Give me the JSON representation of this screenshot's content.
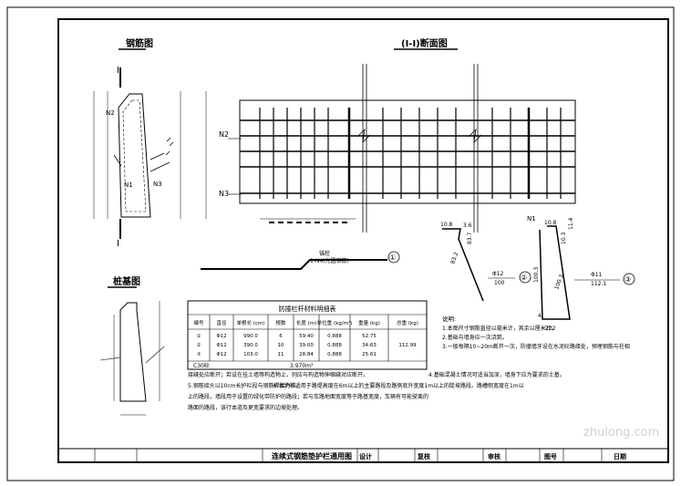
{
  "views": {
    "elevation_title": "钢筋图",
    "section_title": "(I-I)断面图",
    "base_title": "桩基图",
    "section_mark_top": "I",
    "section_mark_bottom": "I",
    "label_n2": "N2",
    "label_n1": "N1",
    "label_n3": "N3",
    "anchor_note": "1-N4(光圆钢筋)",
    "anchor_note_top": "锚栓",
    "callout_1": "①",
    "callout_2": "②",
    "callout_3": "③"
  },
  "bar_shapes": {
    "left": {
      "dim_a": "10.8",
      "dim_b": "3.6",
      "dim_c": "83.7",
      "dim_d": "83.2",
      "bottom_val": "100",
      "label": "Φ12",
      "callout": "②"
    },
    "right": {
      "dim_a": "10.8",
      "dim_b": "11.4",
      "dim_c": "10.3",
      "dim_d": "100.3",
      "dim_e": "100.3",
      "bottom_val": "112.1",
      "dim_f": "222",
      "label": "Φ11",
      "callout": "③",
      "small": "4"
    }
  },
  "table": {
    "title": "防撞栏杆材料明细表",
    "headers": [
      "编号",
      "直径",
      "单根长 (cm)",
      "根数",
      "长度 (m)",
      "单位重 (kg/m³)",
      "重量 (kg)",
      "总重 (kg)"
    ],
    "rows": [
      [
        "①",
        "Φ12",
        "990.0",
        "6",
        "59.40",
        "0.888",
        "52.75",
        ""
      ],
      [
        "②",
        "Φ12",
        "390.0",
        "10",
        "39.00",
        "0.888",
        "34.63",
        "112.99"
      ],
      [
        "③",
        "Φ12",
        "103.0",
        "11",
        "28.84",
        "0.888",
        "25.61",
        ""
      ]
    ],
    "footer_left": "C30砼",
    "footer_right": "3.970m³"
  },
  "notes": {
    "heading": "说明:",
    "items": [
      "1.本图尺寸钢筋直径以毫米计，其余以厘米计。",
      "2.基础与墙身应一次浇筑。",
      "3.一般每隔10~20m断开一次，防撞墙牙设在水泥砼路缘处，预埋钢筋与柱相",
      "接缝处应断开；若设在挂土墙等构造物上，则应与构造物伸缩缝对应断开。",
      "4.基础混凝土情况可适当加深，墙身下应为要求的土基。",
      "5.钢筋接头以10cm长护栏段与钢筋焊接为准。",
      "6.本护栏适用于路堤高度在6m以上的主要路段及路侧底外宽度1m以上的陡坡路段。路槽侧宽度在1m以",
      "上的路段，墙段用于设置的绿化带防护的路段；若与车路地面宽度等于路基宽度，车辆有可能驶离的",
      "路面的路段，该行本道及更宽要求的边坡处理。"
    ]
  },
  "title_block": {
    "drawing_name": "连续式钢筋垫护栏通用图",
    "design": "设计",
    "review": "复核",
    "approve": "审核",
    "drawing_no": "图号",
    "date": "日期"
  },
  "watermark": "zhulong.com"
}
